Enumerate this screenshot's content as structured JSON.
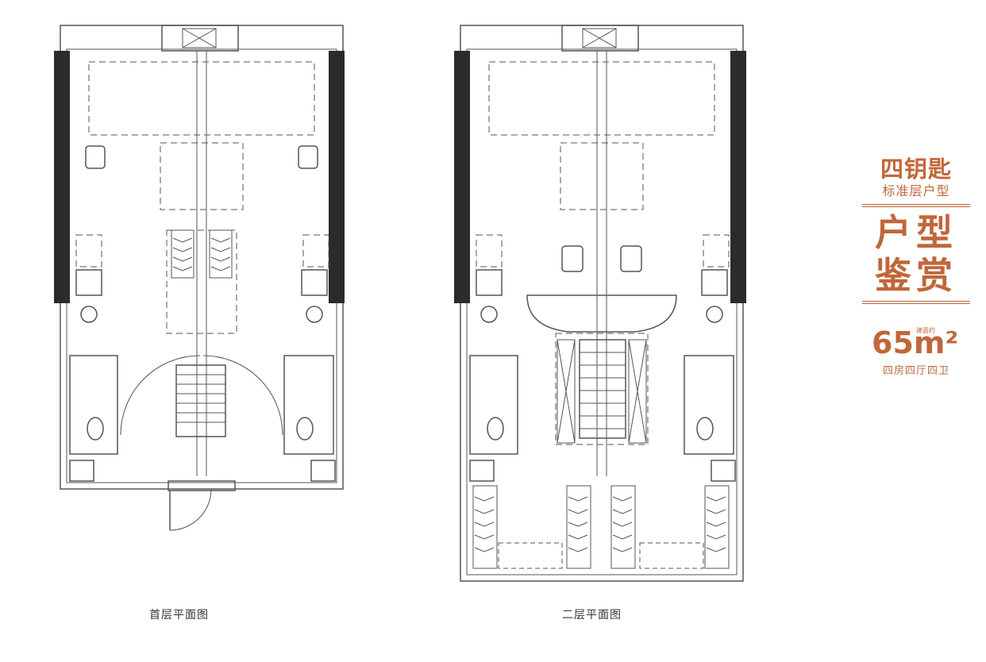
{
  "captions": {
    "first_floor": "首层平面图",
    "second_floor": "二层平面图"
  },
  "brand": {
    "title": "四钥匙",
    "subtitle": "标准层户型",
    "heading_line1": "户型",
    "heading_line2": "鉴赏",
    "area_value": "65m²",
    "area_label": "建面约",
    "layout": "四房四厅四卫",
    "color": "#c0673a"
  }
}
